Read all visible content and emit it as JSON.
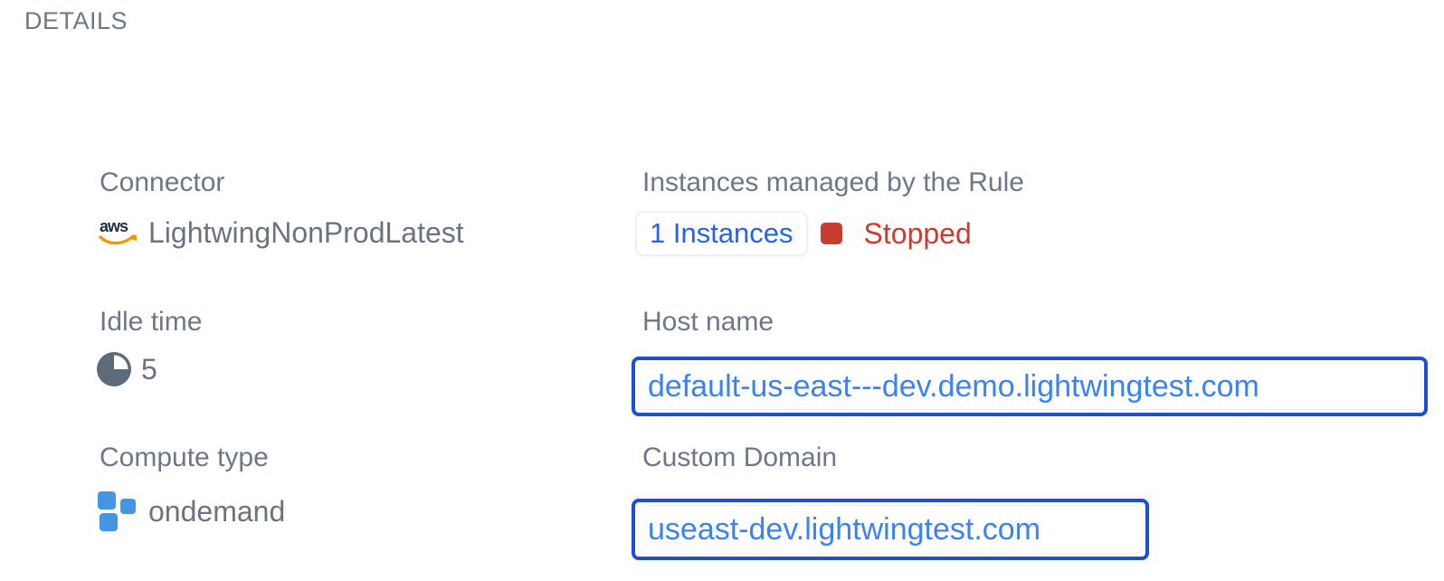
{
  "header": {
    "title": "DETAILS"
  },
  "colors": {
    "title-gray": "#6e7787",
    "label-gray": "#6e7787",
    "value-gray": "#6b7280",
    "link-blue": "#3b82f6",
    "chip-link-blue": "#2563eb",
    "box-border-blue": "#1d4ed8",
    "status-red": "#cf3a2e",
    "status-square-red": "#c63d31",
    "icon-slate": "#5b6b79",
    "icon-blue": "#4495e4",
    "aws-navy": "#252f3e",
    "aws-orange": "#f79400"
  },
  "fields": {
    "connector": {
      "label": "Connector",
      "value": "LightwingNonProdLatest"
    },
    "instances": {
      "label": "Instances managed by the Rule",
      "link": "1 Instances",
      "status": "Stopped"
    },
    "idle_time": {
      "label": "Idle time",
      "value": "5"
    },
    "host_name": {
      "label": "Host name",
      "value": "default-us-east---dev.demo.lightwingtest.com"
    },
    "compute_type": {
      "label": "Compute type",
      "value": "ondemand"
    },
    "custom_domain": {
      "label": "Custom Domain",
      "value": "useast-dev.lightwingtest.com"
    }
  },
  "icons": {
    "aws_logo_text": "aws"
  }
}
